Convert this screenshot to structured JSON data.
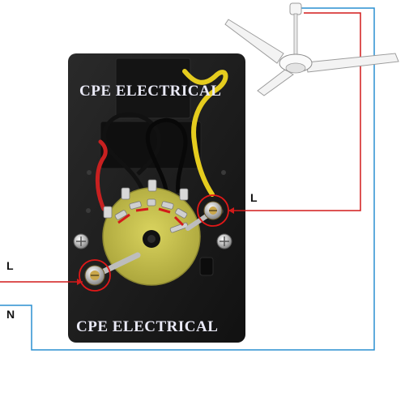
{
  "watermark": {
    "top": "CPE ELECTRICAL",
    "bottom": "CPE ELECTRICAL"
  },
  "labels": {
    "line_out": "L",
    "line_in": "L",
    "neutral": "N"
  },
  "colors": {
    "live_wire": "#d21a1a",
    "neutral_wire": "#2a8fd0",
    "regulator_body": "#1b1b1b",
    "rotary_switch_board": "#c8c24a",
    "fan": "#f2f2f2",
    "highlight_circle": "#e01818"
  },
  "icons": {
    "fan": "ceiling-fan-icon",
    "regulator": "fan-regulator-icon"
  }
}
